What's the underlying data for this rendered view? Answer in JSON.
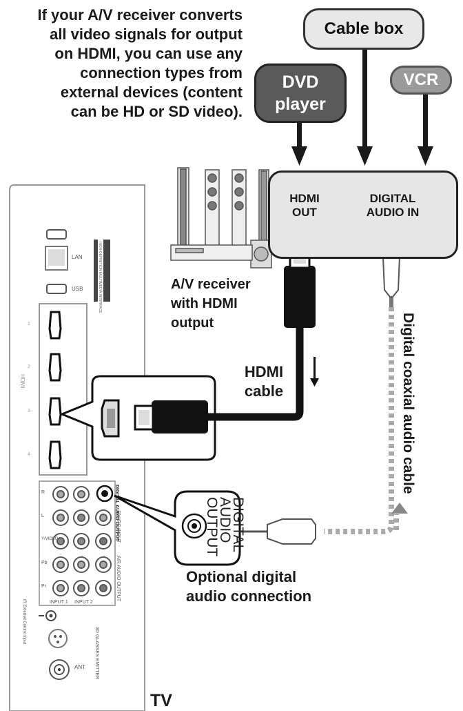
{
  "intro_text": "If your A/V receiver converts all video signals for output on HDMI, you can use any connection types from external devices (content can be HD or SD video).",
  "intro_lines": [
    "If your A/V receiver converts",
    "all video signals for output",
    "on HDMI, you can use any",
    "connection types from",
    "external devices (content",
    "can be HD or SD video)."
  ],
  "devices": {
    "cable_box": "Cable box",
    "dvd_line1": "DVD",
    "dvd_line2": "player",
    "vcr": "VCR"
  },
  "receiver": {
    "hdmi_out_1": "HDMI",
    "hdmi_out_2": "OUT",
    "digital_in_1": "DIGITAL",
    "digital_in_2": "AUDIO IN",
    "label_1": "A/V receiver",
    "label_2": "with HDMI",
    "label_3": "output"
  },
  "cables": {
    "hdmi_1": "HDMI",
    "hdmi_2": "cable",
    "coax": "Digital coaxial audio cable"
  },
  "callout_audio": {
    "line1": "DIGITAL",
    "line2": "AUDIO",
    "line3": "OUTPUT"
  },
  "optional_1": "Optional digital",
  "optional_2": "audio connection",
  "tv_label": "TV",
  "tv_panel": {
    "lan": "LAN",
    "usb": "USB",
    "hdmi": "HDMI",
    "hdmi_nums": [
      "1",
      "2",
      "3",
      "4"
    ],
    "input1": "INPUT 1",
    "input2": "INPUT 2",
    "ant": "ANT",
    "glasses": "3D GLASSES EMITTER",
    "ir": "IR External Control input",
    "digital_audio_out": "DIGITAL AUDIO OUTPUT",
    "component_labels": [
      "R",
      "L",
      "Y/VIDEO",
      "Pb",
      "Pr"
    ],
    "dvi_pc": "DVI/PC INPUT",
    "ar_audio": "A/R AUDIO OUTPUT",
    "logo_small": "HIGH-DEFINITION MULTIMEDIA INTERFACE"
  },
  "colors": {
    "ink": "#1a1a1a",
    "panel": "#ffffff",
    "receiver_bg": "#e6e6e6",
    "dvd_bg": "#5a5a5a",
    "vcr_bg": "#9a9a9a",
    "coax_dash": "#aaaaaa"
  }
}
